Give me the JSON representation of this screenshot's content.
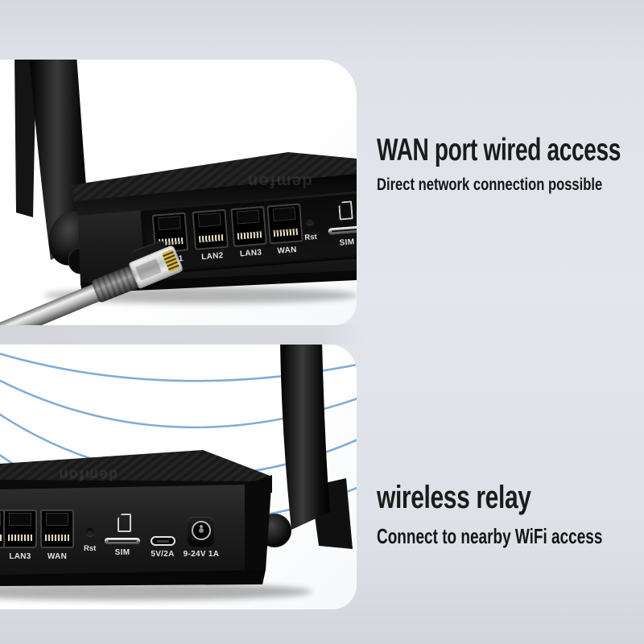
{
  "colors": {
    "page_bg": "#e2e5eb",
    "card_bg": "#ffffff",
    "headline_text": "#1b1b1b",
    "wifi_arc_blue": "#74a3d4",
    "router_black": "#161616",
    "port_label_text": "#e3e3e3",
    "pin_gold": "#d9b44a"
  },
  "sections": {
    "wired": {
      "title": "WAN port wired access",
      "subtitle": "Direct network connection possible",
      "router": {
        "logo": "demfon",
        "ports": [
          "LAN1",
          "LAN2",
          "LAN3",
          "WAN"
        ],
        "reset_label": "Rst",
        "sim_label": "SIM"
      },
      "accessory": "ethernet-cable-rj45"
    },
    "relay": {
      "title": "wireless relay",
      "subtitle": "Connect to nearby WiFi access",
      "router": {
        "logo": "demfon",
        "ports": [
          "LAN3",
          "WAN"
        ],
        "reset_label": "Rst",
        "sim_label": "SIM",
        "usb_label": "5V/2A",
        "power_label": "9-24V 1A"
      },
      "wifi_wave_count": 4
    }
  }
}
